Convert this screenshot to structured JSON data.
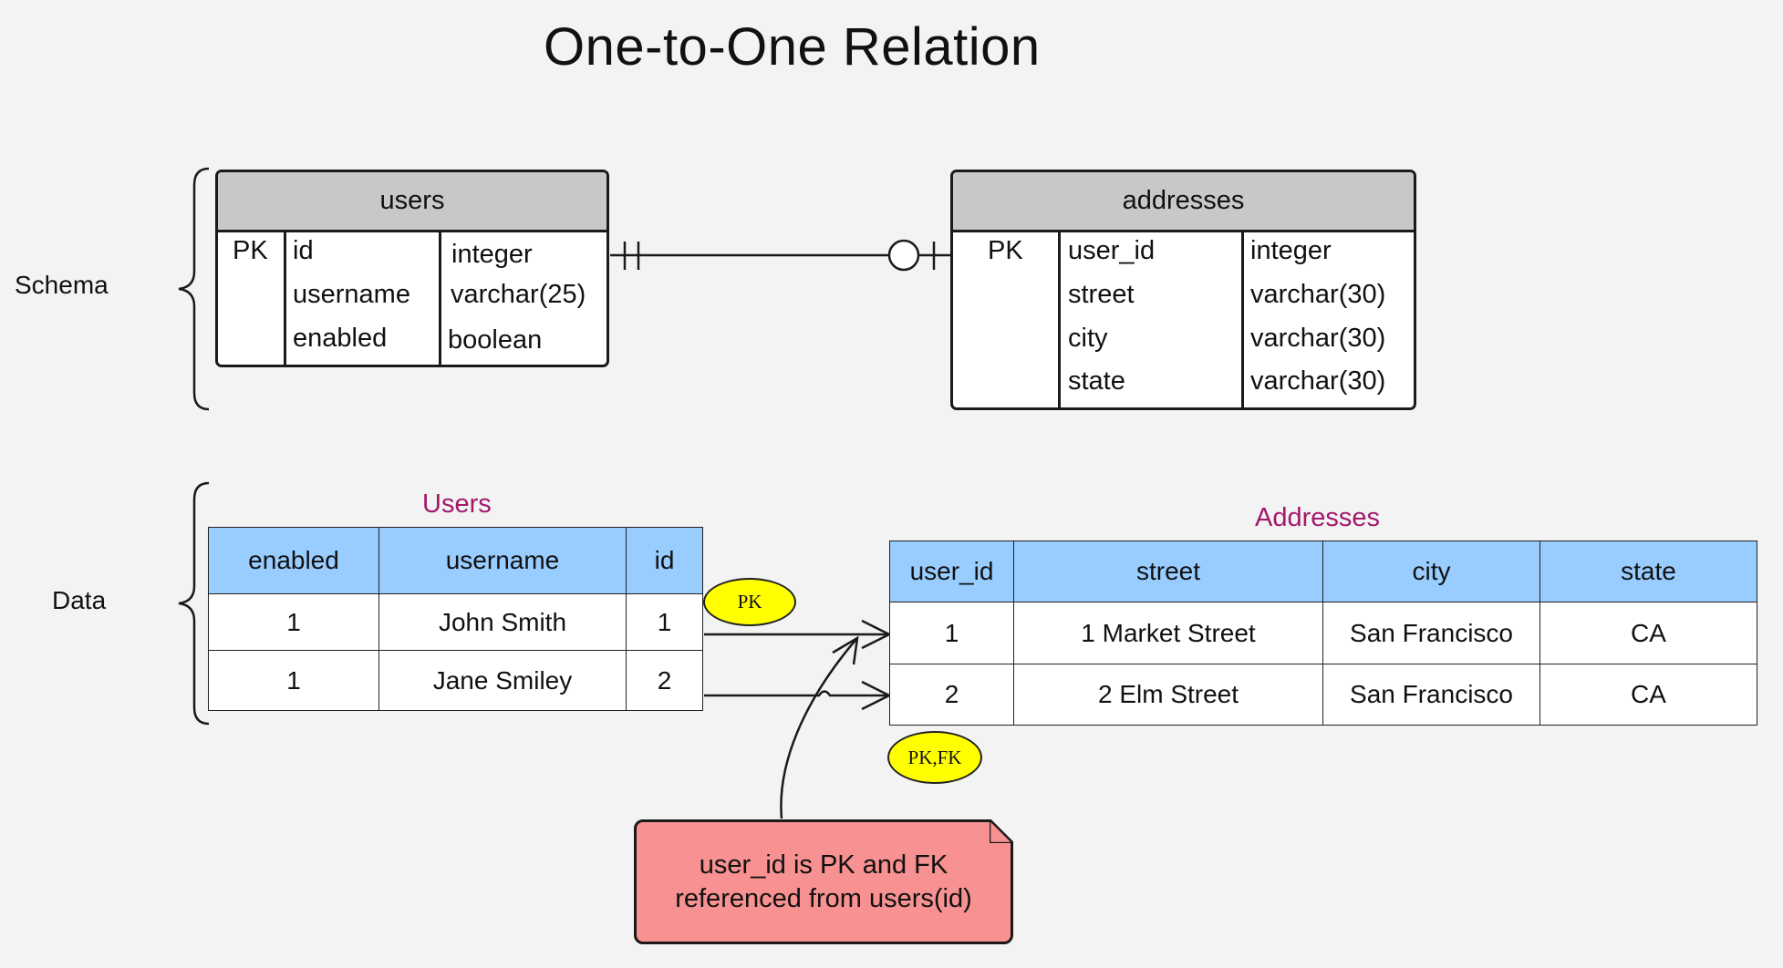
{
  "title": "One-to-One Relation",
  "labels": {
    "schema": "Schema",
    "data": "Data"
  },
  "schema": {
    "users": {
      "name": "users",
      "pk": "PK",
      "columns": [
        "id",
        "username",
        "enabled"
      ],
      "types": [
        "integer",
        "varchar(25)",
        "boolean"
      ]
    },
    "addresses": {
      "name": "addresses",
      "pk": "PK",
      "columns": [
        "user_id",
        "street",
        "city",
        "state"
      ],
      "types": [
        "integer",
        "varchar(30)",
        "varchar(30)",
        "varchar(30)"
      ]
    }
  },
  "data": {
    "users": {
      "caption": "Users",
      "headers": [
        "enabled",
        "username",
        "id"
      ],
      "rows": [
        [
          "1",
          "John Smith",
          "1"
        ],
        [
          "1",
          "Jane Smiley",
          "2"
        ]
      ]
    },
    "addresses": {
      "caption": "Addresses",
      "headers": [
        "user_id",
        "street",
        "city",
        "state"
      ],
      "rows": [
        [
          "1",
          "1 Market Street",
          "San Francisco",
          "CA"
        ],
        [
          "2",
          "2 Elm Street",
          "San Francisco",
          "CA"
        ]
      ]
    }
  },
  "badges": {
    "users_pk": "PK",
    "addresses_pkfk": "PK,FK"
  },
  "note": {
    "line1": "user_id is PK and FK",
    "line2": "referenced from users(id)"
  },
  "colors": {
    "header_fill": "#c8c8c8",
    "table_header_fill": "#99ccff",
    "caption_text": "#a3196b",
    "badge_fill": "#ffff00",
    "note_fill": "#f89191",
    "background": "#f3f3f3"
  }
}
